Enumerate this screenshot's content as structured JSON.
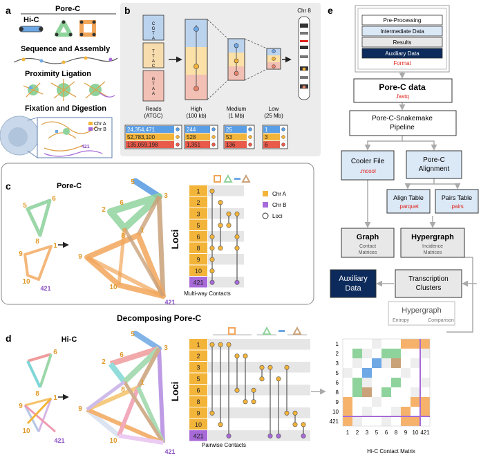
{
  "colors": {
    "chr_a": "#f3b43a",
    "chr_b": "#a76ad8",
    "edge_orange": "#f2a65a",
    "edge_green": "#8fd39c",
    "edge_blue": "#6ea8e5",
    "edge_tan": "#caa27a",
    "dark_navy": "#0c2a5b",
    "light_gray": "#e8e8e8",
    "red_accent": "#e0231b"
  },
  "panel_a": {
    "label": "a",
    "title": "Pore-C",
    "hic_label": "Hi-C",
    "seq_assembly": "Sequence and Assembly",
    "prox_ligation": "Proximity Ligation",
    "fix_digest": "Fixation and Digestion",
    "legend_chr_a": "Chr A",
    "legend_chr_b": "Chr B",
    "locus_number": "421"
  },
  "panel_b": {
    "label": "b",
    "seq_top": [
      "C",
      "G",
      "T",
      "A"
    ],
    "seq_mid": [
      "T",
      "T",
      "A",
      "C"
    ],
    "seq_bot": [
      "G",
      "T",
      "A",
      "A"
    ],
    "chr_label": "Chr 8",
    "columns": [
      {
        "name": "Reads",
        "sub": "(ATGC)",
        "values": [
          "24,354,471",
          "52,783,100",
          "135,059,198"
        ]
      },
      {
        "name": "High",
        "sub": "(100 kb)",
        "values": [
          "244",
          "528",
          "1,351"
        ]
      },
      {
        "name": "Medium",
        "sub": "(1 Mb)",
        "values": [
          "25",
          "53",
          "136"
        ]
      },
      {
        "name": "Low",
        "sub": "(25 Mb)",
        "values": [
          "1",
          "3",
          "6"
        ]
      }
    ]
  },
  "panel_c": {
    "label": "c",
    "title": "Pore-C",
    "small_nodes": [
      "5",
      "6",
      "8",
      "9",
      "1",
      "10",
      "421"
    ],
    "big_nodes": [
      "5",
      "3",
      "2",
      "6",
      "9",
      "8",
      "1",
      "10",
      "421"
    ],
    "loci": [
      "1",
      "2",
      "3",
      "5",
      "6",
      "8",
      "9",
      "10",
      "421"
    ],
    "loci_axis": "Loci",
    "caption": "Multi-way Contacts",
    "legend": [
      "Chr A",
      "Chr B",
      "Loci"
    ]
  },
  "decompose_title": "Decomposing Pore-C",
  "panel_d": {
    "label": "d",
    "title": "Hi-C",
    "small_nodes": [
      "6",
      "8",
      "9",
      "1",
      "10",
      "421"
    ],
    "big_nodes": [
      "5",
      "3",
      "2",
      "6",
      "9",
      "8",
      "1",
      "10",
      "421"
    ],
    "loci": [
      "1",
      "2",
      "3",
      "5",
      "6",
      "8",
      "9",
      "10",
      "421"
    ],
    "loci_axis": "Loci",
    "caption": "Pairwise Contacts",
    "matrix_labels": [
      "1",
      "2",
      "3",
      "5",
      "6",
      "8",
      "9",
      "10",
      "421"
    ],
    "matrix_caption": "Hi-C Contact Matrix",
    "matrix": [
      [
        "w",
        "w",
        "w",
        "w",
        "w",
        "w",
        "o",
        "o",
        "o"
      ],
      [
        "w",
        "g",
        "w",
        "w",
        "g",
        "g",
        "w",
        "w",
        "w"
      ],
      [
        "w",
        "w",
        "w",
        "b",
        "w",
        "t",
        "w",
        "w",
        "w"
      ],
      [
        "w",
        "w",
        "b",
        "w",
        "w",
        "w",
        "w",
        "w",
        "w"
      ],
      [
        "w",
        "g",
        "w",
        "w",
        "w",
        "g",
        "w",
        "w",
        "w"
      ],
      [
        "w",
        "g",
        "t",
        "w",
        "g",
        "w",
        "w",
        "w",
        "w"
      ],
      [
        "o",
        "w",
        "w",
        "w",
        "w",
        "w",
        "w",
        "o",
        "o"
      ],
      [
        "o",
        "w",
        "w",
        "w",
        "w",
        "w",
        "o",
        "w",
        "o"
      ],
      [
        "o",
        "w",
        "w",
        "w",
        "w",
        "w",
        "o",
        "o",
        "w"
      ]
    ]
  },
  "panel_e": {
    "label": "e",
    "legend_items": [
      "Pre-Processing",
      "Intermediate Data",
      "Results",
      "Auxiliary Data"
    ],
    "legend_format": "Format",
    "nodes": {
      "porec_data": {
        "title": "Pore-C data",
        "format": ".fastq"
      },
      "pipeline": {
        "title": "Pore-C-Snakemake Pipeline"
      },
      "cooler": {
        "title": "Cooler File",
        "format": ".mcool"
      },
      "alignment": {
        "title": "Pore-C Alignment"
      },
      "align_table": {
        "title": "Align Table",
        "format": ".parquet"
      },
      "pairs_table": {
        "title": "Pairs Table",
        "format": ".pairs"
      },
      "graph": {
        "title": "Graph",
        "sub": "Contact Matrices"
      },
      "hypergraph": {
        "title": "Hypergraph",
        "sub": "Incidence Matrices"
      },
      "aux": {
        "title": "Auxiliary Data"
      },
      "transcription": {
        "title": "Transcription Clusters"
      },
      "hyper2": {
        "title": "Hypergraph",
        "sub1": "Entropy",
        "sub2": "Comparison"
      }
    }
  }
}
